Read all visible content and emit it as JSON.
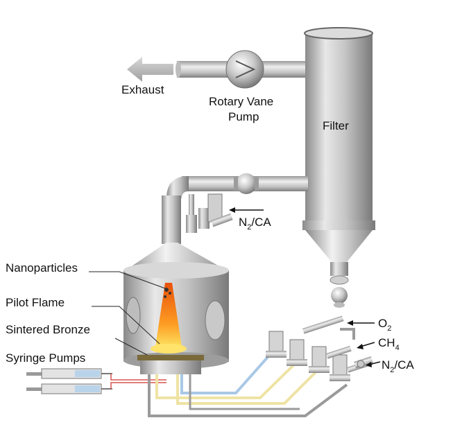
{
  "labels": {
    "exhaust": "Exhaust",
    "pump_line1": "Rotary Vane",
    "pump_line2": "Pump",
    "filter": "Filter",
    "n2ca_top_main": "N",
    "n2ca_top_sub": "2",
    "n2ca_top_rest": "/CA",
    "nanoparticles": "Nanoparticles",
    "pilot_flame": "Pilot Flame",
    "sintered_bronze": "Sintered Bronze",
    "syringe_pumps": "Syringe Pumps",
    "o2_main": "O",
    "o2_sub": "2",
    "ch4_main": "CH",
    "ch4_sub": "4",
    "n2ca_bottom_main": "N",
    "n2ca_bottom_sub": "2",
    "n2ca_bottom_rest": "/CA"
  },
  "colors": {
    "steel_light": "#e6e6e6",
    "steel_mid": "#b9b9b9",
    "steel_dark": "#7d7d7d",
    "flame_outer": "#ff7a00",
    "flame_inner": "#ffd23a",
    "line_blue": "#a9c8e6",
    "line_yellow": "#efe3a4",
    "line_grey": "#9a9a9a",
    "line_red": "#d9534f"
  }
}
